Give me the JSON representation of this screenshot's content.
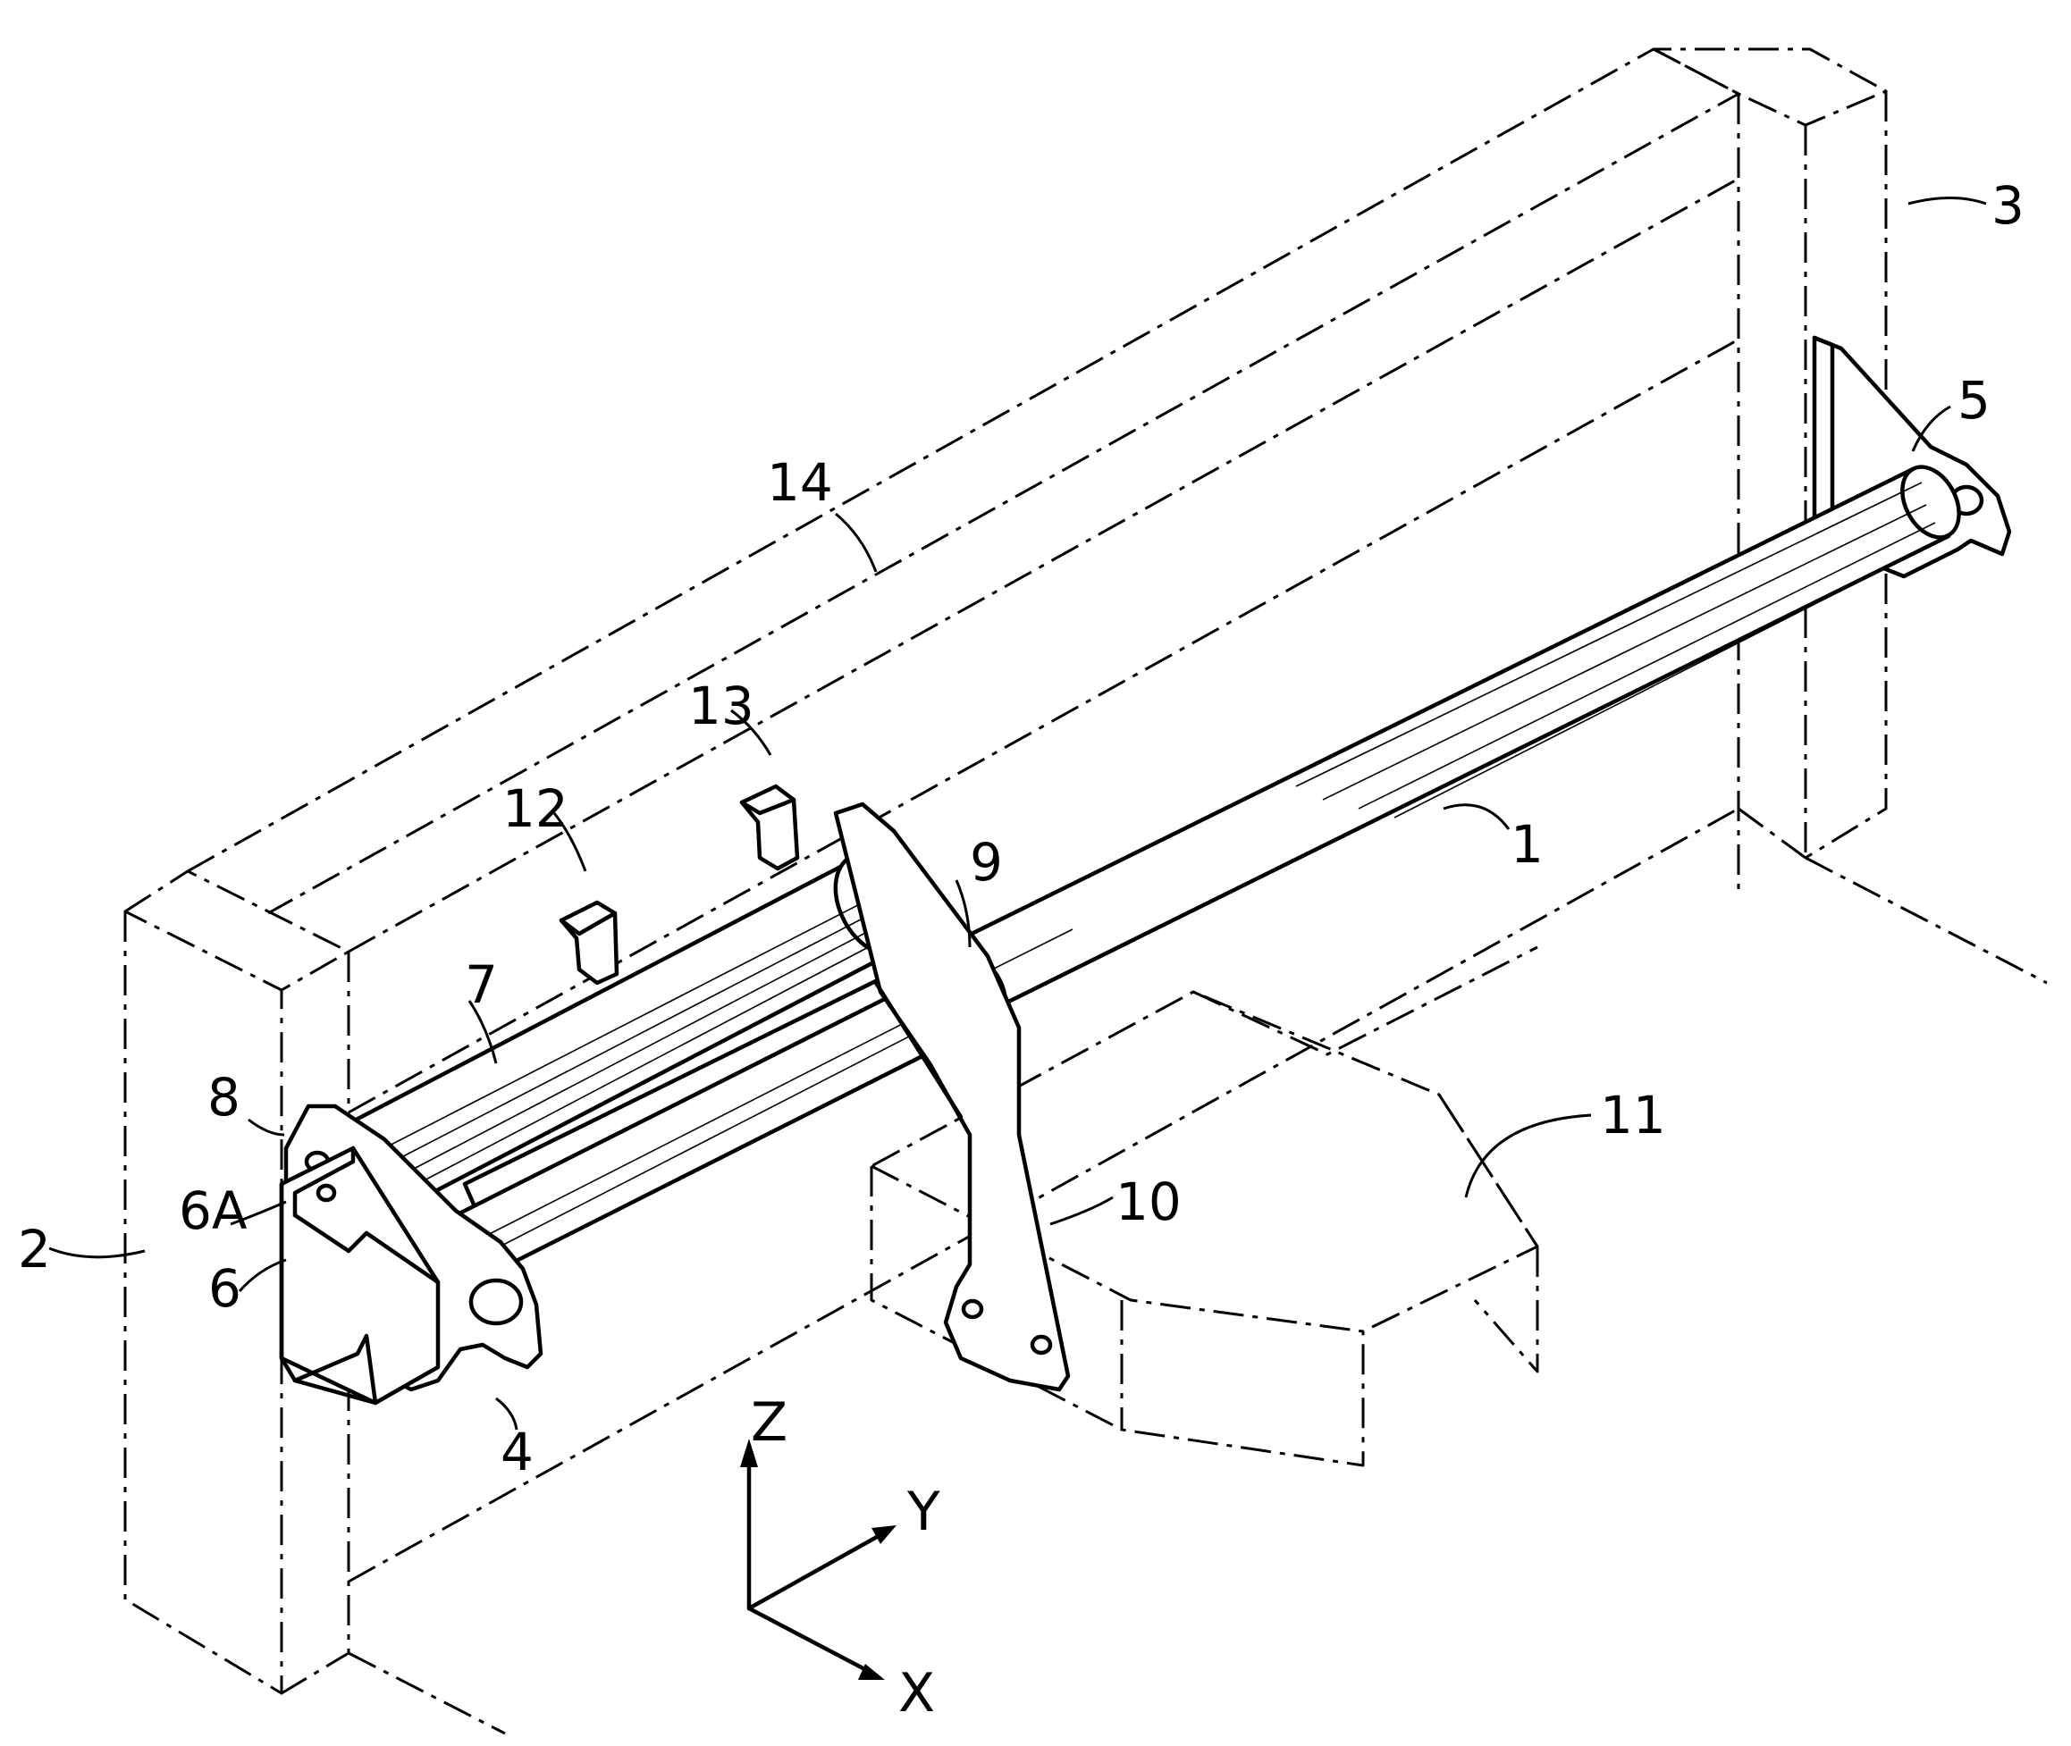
{
  "labels": {
    "l1": "1",
    "l2": "2",
    "l3": "3",
    "l4": "4",
    "l5": "5",
    "l6": "6",
    "l6a": "6A",
    "l7": "7",
    "l8": "8",
    "l9": "9",
    "l10": "10",
    "l11": "11",
    "l12": "12",
    "l13": "13",
    "l14": "14"
  },
  "axes": {
    "z": "Z",
    "y": "Y",
    "x": "X"
  }
}
